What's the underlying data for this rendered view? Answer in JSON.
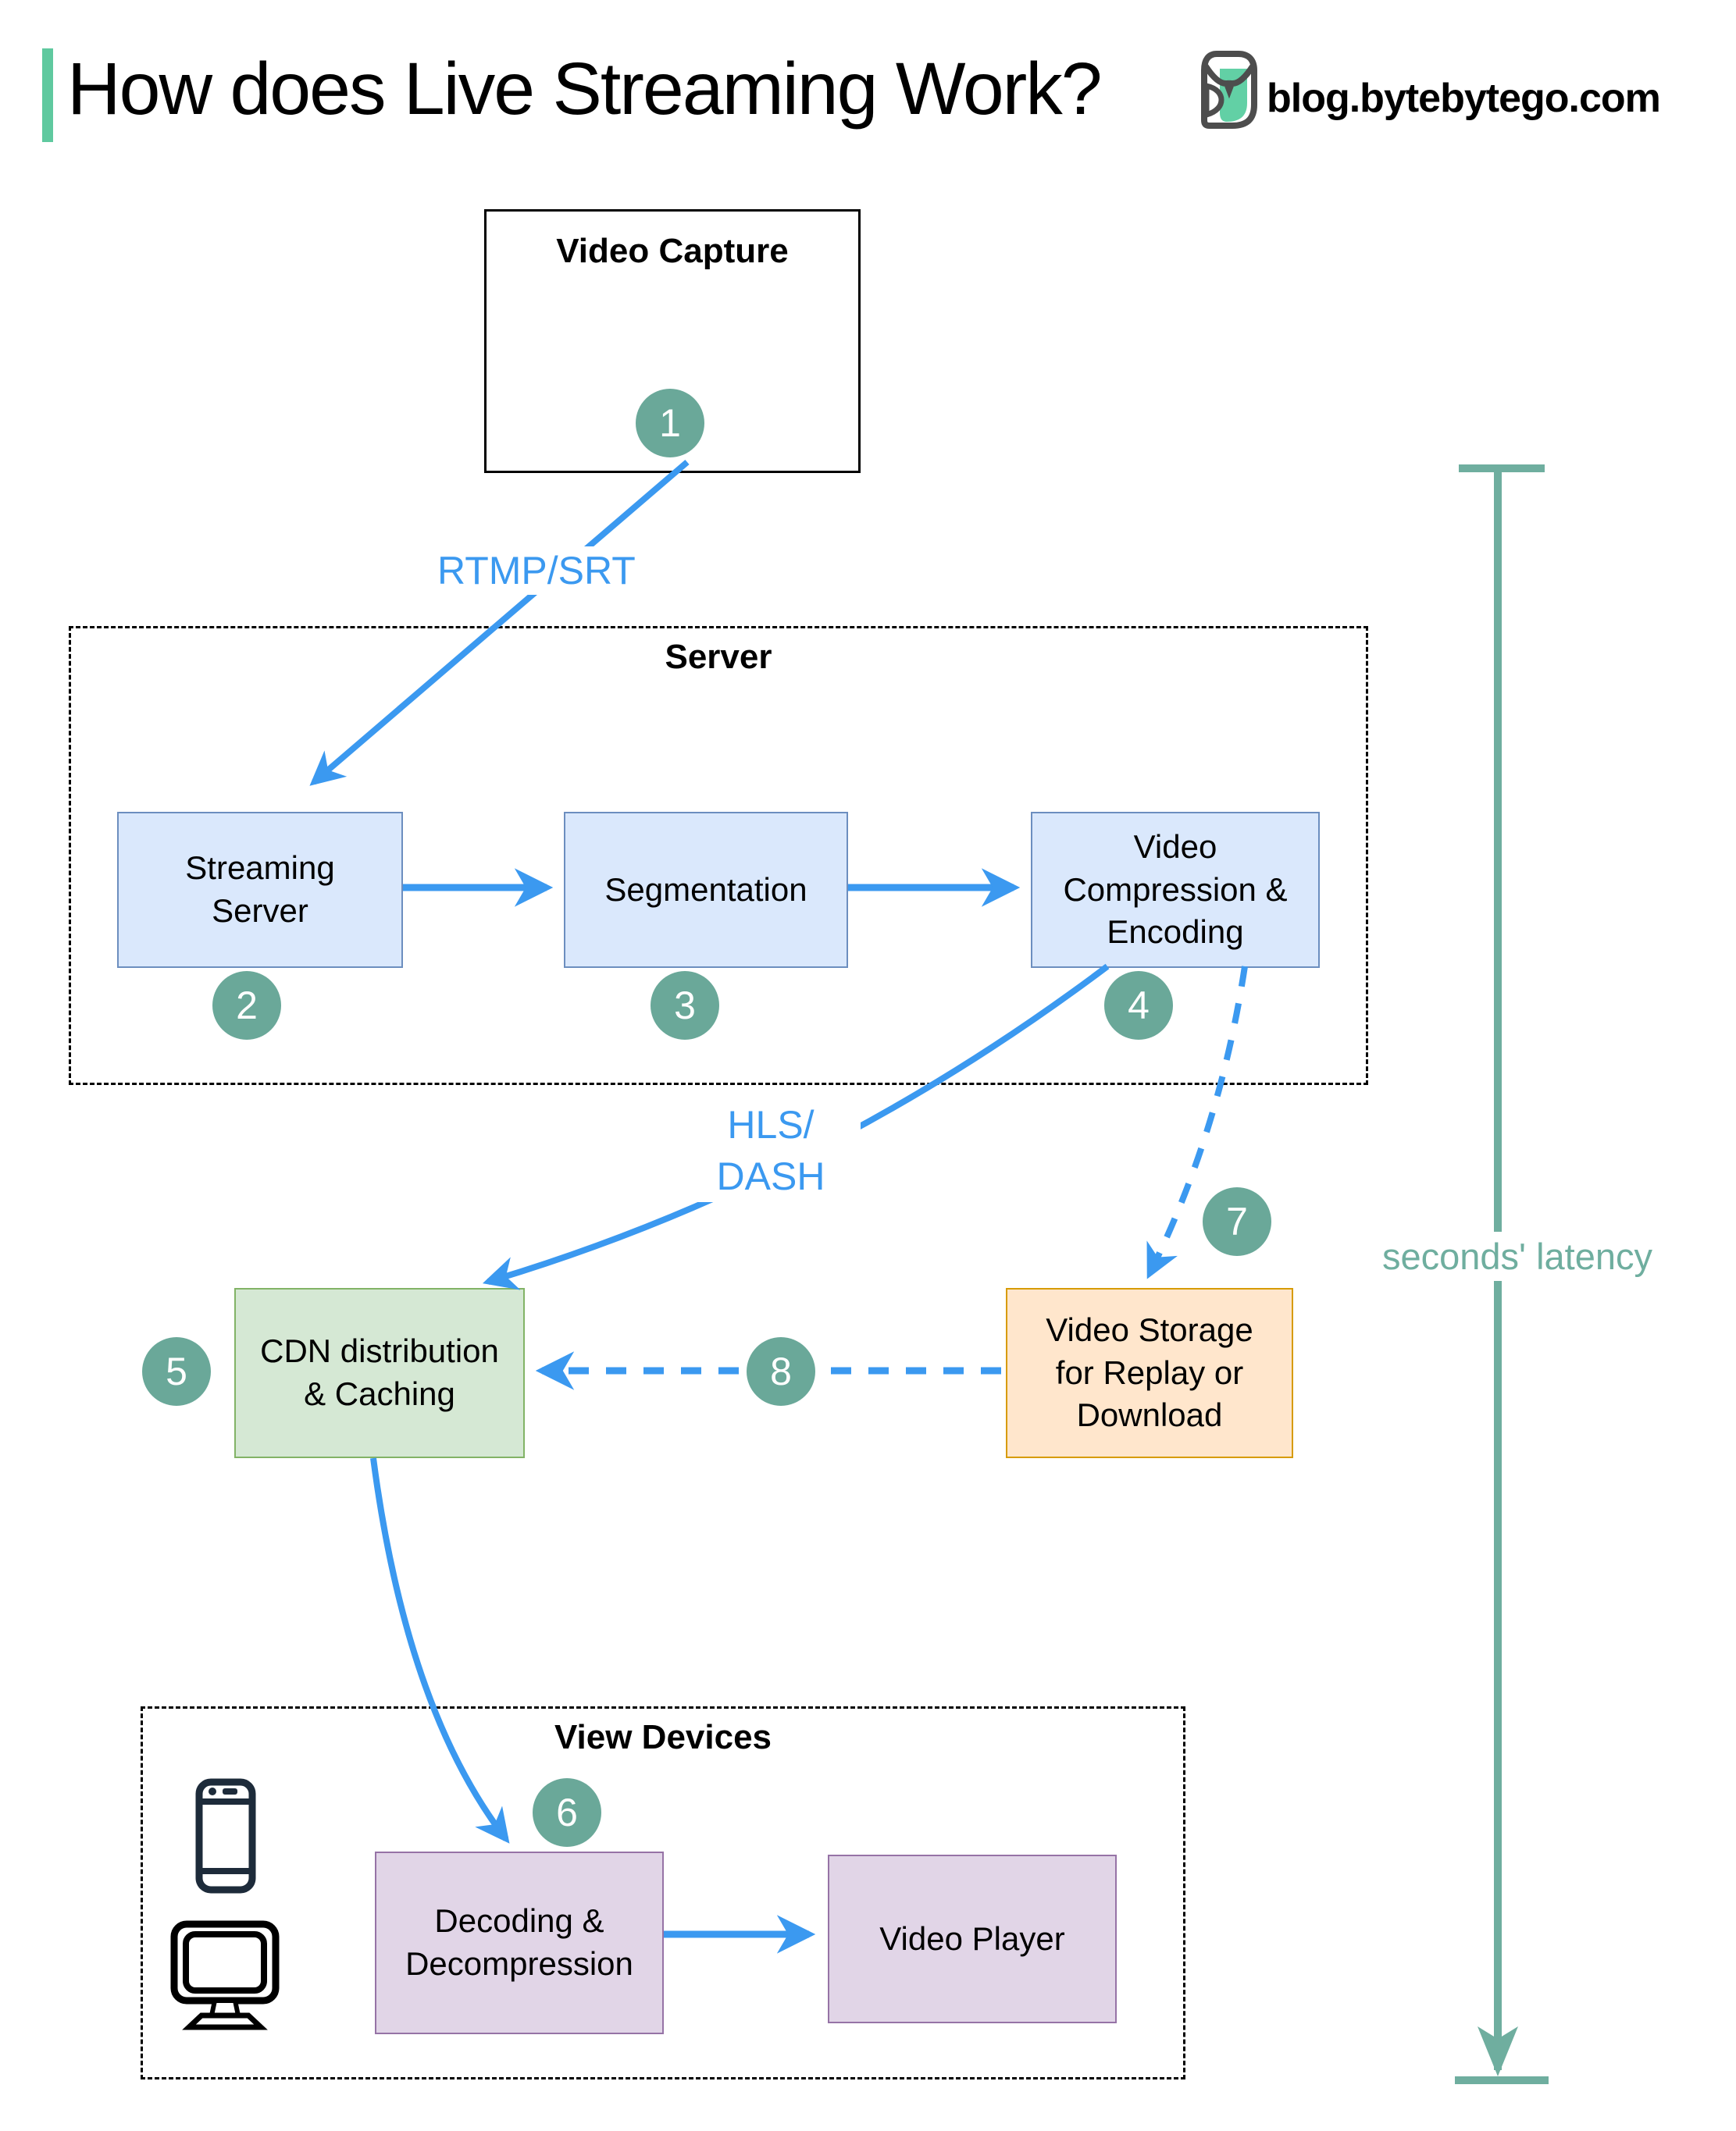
{
  "header": {
    "title": "How does Live Streaming Work?",
    "site": "blog.bytebytego.com"
  },
  "groups": {
    "video_capture": {
      "label": "Video Capture"
    },
    "server": {
      "label": "Server"
    },
    "view_devices": {
      "label": "View Devices"
    }
  },
  "nodes": {
    "streaming_server": {
      "label": "Streaming Server"
    },
    "segmentation": {
      "label": "Segmentation"
    },
    "video_compression": {
      "label": "Video Compression & Encoding"
    },
    "cdn": {
      "label": "CDN distribution & Caching"
    },
    "video_storage": {
      "label": "Video Storage for Replay or Download"
    },
    "decoding": {
      "label": "Decoding & Decompression"
    },
    "video_player": {
      "label": "Video Player"
    }
  },
  "edges": {
    "rtmp_label": "RTMP/SRT",
    "hls_line1": "HLS/",
    "hls_line2": "DASH"
  },
  "latency": {
    "label": "seconds' latency"
  },
  "steps": [
    "1",
    "2",
    "3",
    "4",
    "5",
    "6",
    "7",
    "8"
  ],
  "icons": [
    "microphone-icon",
    "video-camera-icon",
    "smartphone-icon",
    "monitor-icon",
    "bytebytego-logo-icon"
  ],
  "colors": {
    "accent_green": "#5FC99F",
    "arrow_blue": "#3B99F0",
    "step_circle_teal": "#6AA899",
    "latency_teal": "#6FAE9F",
    "server_box_fill": "#DAE8FC",
    "server_box_border": "#6C8EBF",
    "cdn_fill": "#D5E8D4",
    "cdn_border": "#82B366",
    "storage_fill": "#FFE6CC",
    "storage_border": "#D79B00",
    "device_fill": "#E1D5E7",
    "device_border": "#9673A6",
    "camera_icon_teal": "#0F5A78",
    "phone_icon_navy": "#1D2B3A"
  }
}
